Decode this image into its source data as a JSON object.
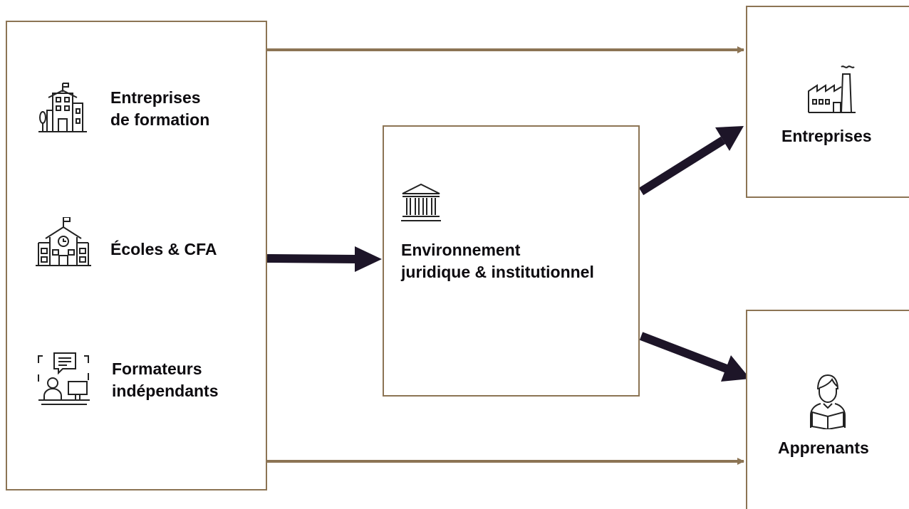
{
  "colors": {
    "box_border": "#8c7454",
    "thin_arrow": "#8c7454",
    "thick_arrow": "#1d1528",
    "text": "#0d0b0f"
  },
  "sources": {
    "training_companies": {
      "line1": "Entreprises",
      "line2": "de formation",
      "icon": "school-building-icon"
    },
    "schools": {
      "label": "Écoles & CFA",
      "icon": "school-clock-icon"
    },
    "freelance_trainers": {
      "line1": "Formateurs",
      "line2": "indépendants",
      "icon": "trainer-desk-icon"
    }
  },
  "center": {
    "line1": "Environnement",
    "line2": "juridique & institutionnel",
    "icon": "courthouse-icon"
  },
  "targets": {
    "companies": {
      "label": "Entreprises",
      "icon": "factory-icon"
    },
    "learners": {
      "label": "Apprenants",
      "icon": "reader-icon"
    }
  }
}
